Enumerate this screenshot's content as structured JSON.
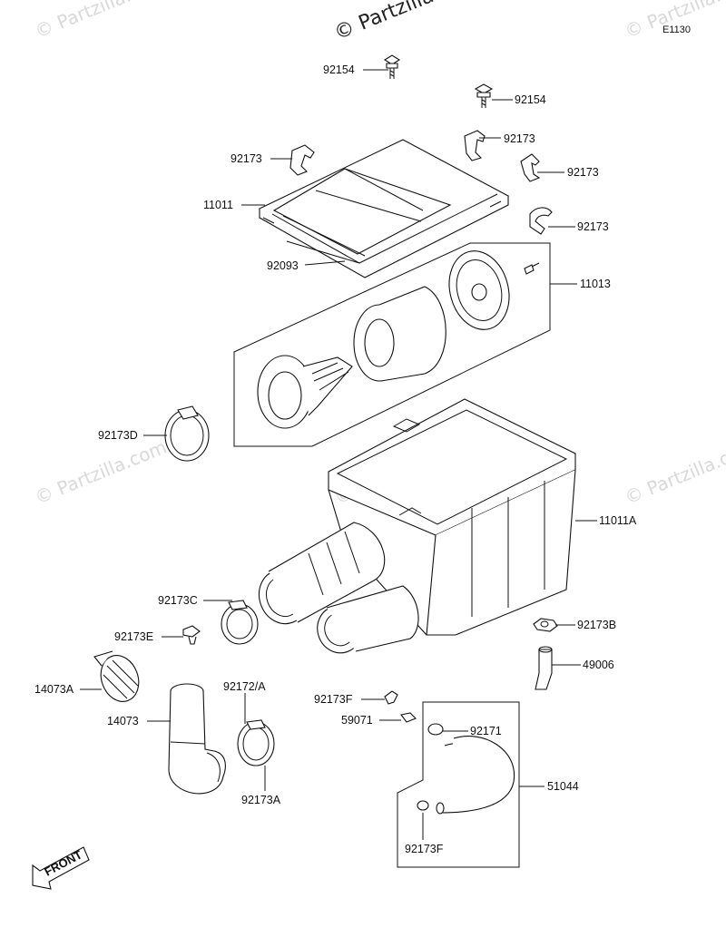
{
  "watermark_text": "© Partzilla.com",
  "diagram_code": "E1130",
  "front_label": "FRONT",
  "labels": {
    "p92154_a": "92154",
    "p92154_b": "92154",
    "p92173_a": "92173",
    "p92173_b": "92173",
    "p92173_c": "92173",
    "p92173_d": "92173",
    "p11011": "11011",
    "p92093": "92093",
    "p11013": "11013",
    "p92173D": "92173D",
    "p11011A": "11011A",
    "p92173C": "92173C",
    "p92173E": "92173E",
    "p92173B": "92173B",
    "p49006": "49006",
    "p14073A": "14073A",
    "p14073": "14073",
    "p92172A": "92172/A",
    "p92173A": "92173A",
    "p92173F_a": "92173F",
    "p59071": "59071",
    "p92171": "92171",
    "p51044": "51044",
    "p92173F_b": "92173F"
  }
}
